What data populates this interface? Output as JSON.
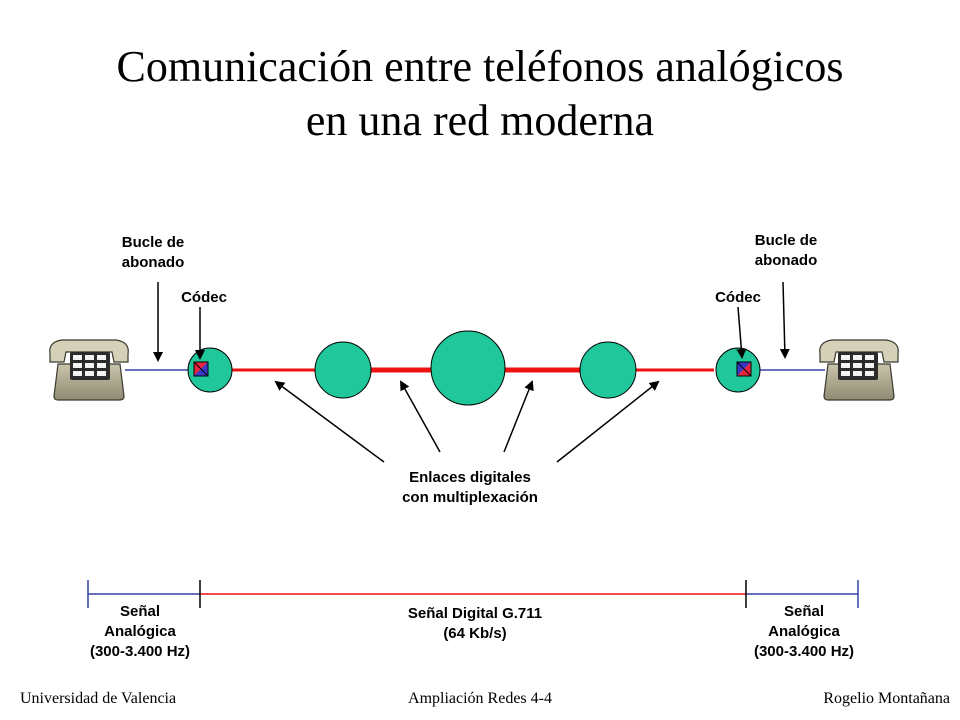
{
  "title": {
    "line1": "Comunicación entre teléfonos analógicos",
    "line2": "en una red moderna"
  },
  "labels": {
    "loop_left": "Bucle de abonado",
    "loop_right": "Bucle de abonado",
    "codec_left": "Códec",
    "codec_right": "Códec",
    "links_line1": "Enlaces digitales",
    "links_line2": "con multiplexación"
  },
  "signals": {
    "left_line1": "Señal",
    "left_line2": "Analógica",
    "left_line3": "(300-3.400 Hz)",
    "center_line1": "Señal Digital G.711",
    "center_line2": "(64 Kb/s)",
    "right_line1": "Señal",
    "right_line2": "Analógica",
    "right_line3": "(300-3.400 Hz)"
  },
  "footer": {
    "left": "Universidad de Valencia",
    "center": "Ampliación Redes 4-4",
    "right": "Rogelio Montañana"
  },
  "colors": {
    "node_fill": "#1fc79a",
    "digital_link": "#ee1111",
    "analog_link": "#3344aa",
    "codec_red": "#e8243c",
    "codec_blue": "#3a38c8"
  },
  "icons": [
    "telephone-icon",
    "codec-icon",
    "arrow-icon"
  ]
}
